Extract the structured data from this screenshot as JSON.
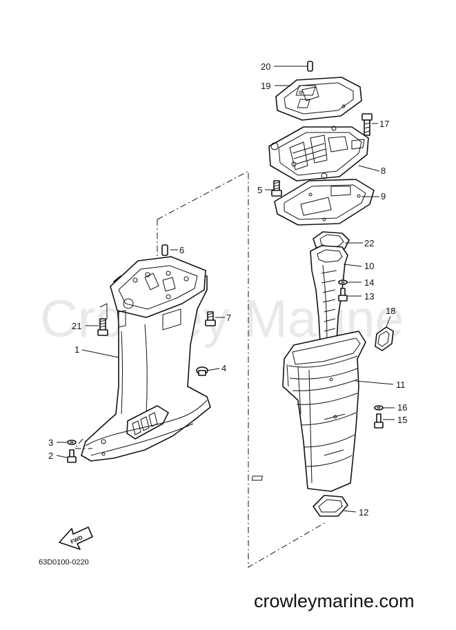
{
  "watermark": "Crowley Marine",
  "diagram_code": "63D0100-0220",
  "site": "crowleymarine.com",
  "fwd_label": "FWD",
  "callouts": [
    "1",
    "2",
    "3",
    "4",
    "5",
    "6",
    "7",
    "8",
    "9",
    "10",
    "11",
    "12",
    "13",
    "14",
    "15",
    "16",
    "17",
    "18",
    "19",
    "20",
    "21",
    "22"
  ]
}
